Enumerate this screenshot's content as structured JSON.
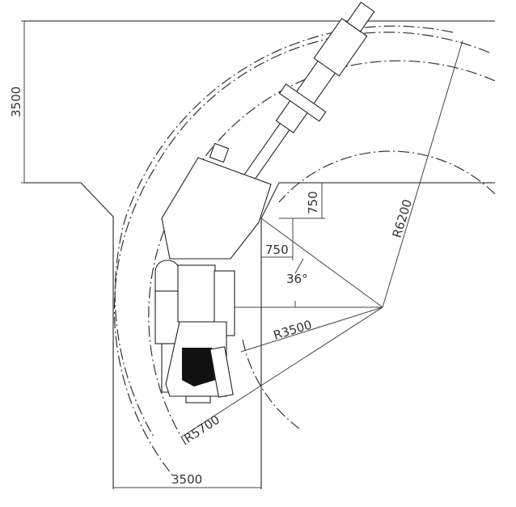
{
  "labels": {
    "dim_left_vertical": "3500",
    "dim_bottom_horizontal": "3500",
    "dim_corner_vertical": "750",
    "dim_corner_horizontal": "750",
    "angle": "36°",
    "radius_inner": "R3500",
    "radius_mid": "R5700",
    "radius_outer": "R6200"
  },
  "colors": {
    "line": "#444444",
    "background": "#ffffff"
  }
}
